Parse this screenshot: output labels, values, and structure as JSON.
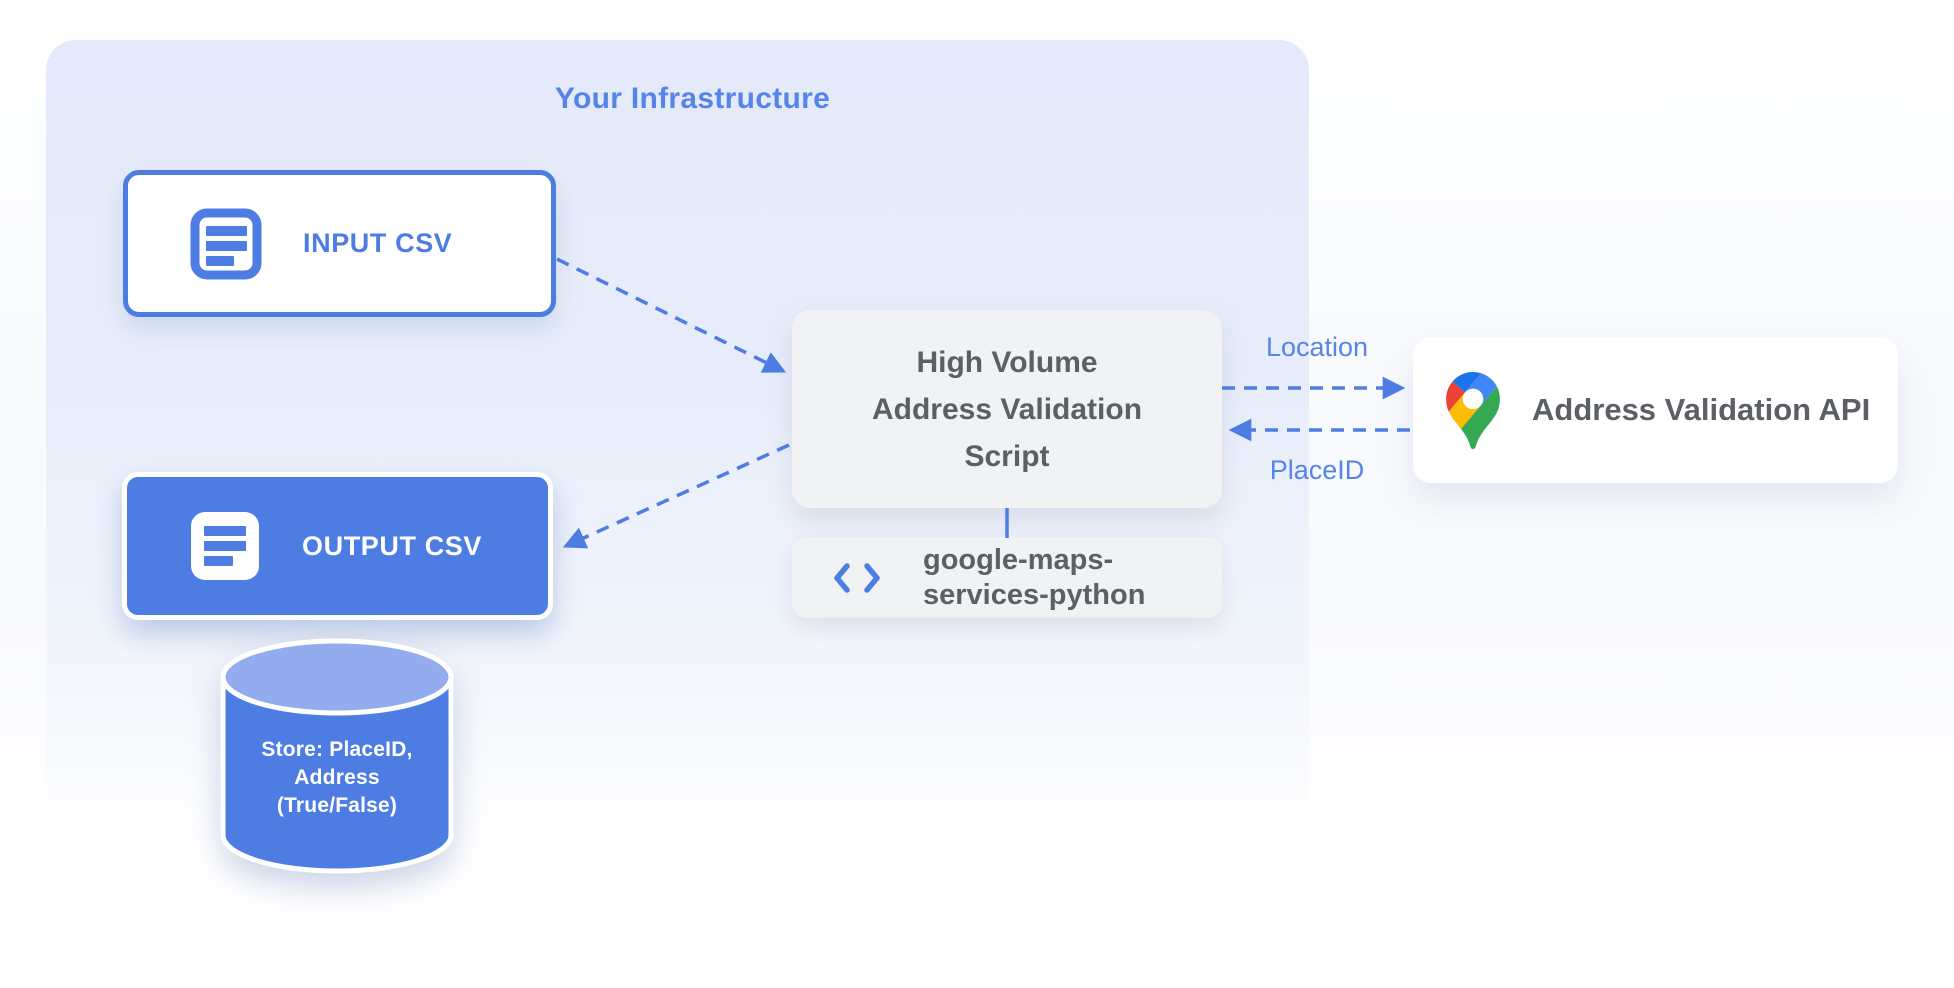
{
  "title": "Your Infrastructure",
  "nodes": {
    "input_csv": {
      "label": "INPUT CSV",
      "icon": "document-icon"
    },
    "output_csv": {
      "label": "OUTPUT CSV",
      "icon": "document-icon"
    },
    "script": {
      "line1": "High Volume",
      "line2": "Address Validation",
      "line3": "Script"
    },
    "library": {
      "icon": "code-icon",
      "line1": "google-maps-",
      "line2": "services-python"
    },
    "api": {
      "label": "Address Validation API",
      "icon": "google-maps-pin-icon"
    },
    "datastore": {
      "line1": "Store: PlaceID,",
      "line2": "Address",
      "line3": "(True/False)"
    }
  },
  "edges": {
    "location_label": "Location",
    "placeid_label": "PlaceID"
  },
  "colors": {
    "accent_blue": "#4D7DE2",
    "label_blue": "#5684E8",
    "container_fill": "#E4EAF9",
    "box_gray": "#F0F2F4",
    "text_gray": "#5C6065",
    "cylinder_top": "#93ACEE",
    "pin_dark_blue": "#1A73E8",
    "pin_blue": "#4285F4",
    "pin_red": "#EA4335",
    "pin_yellow": "#FBBC04",
    "pin_green": "#34A853"
  }
}
